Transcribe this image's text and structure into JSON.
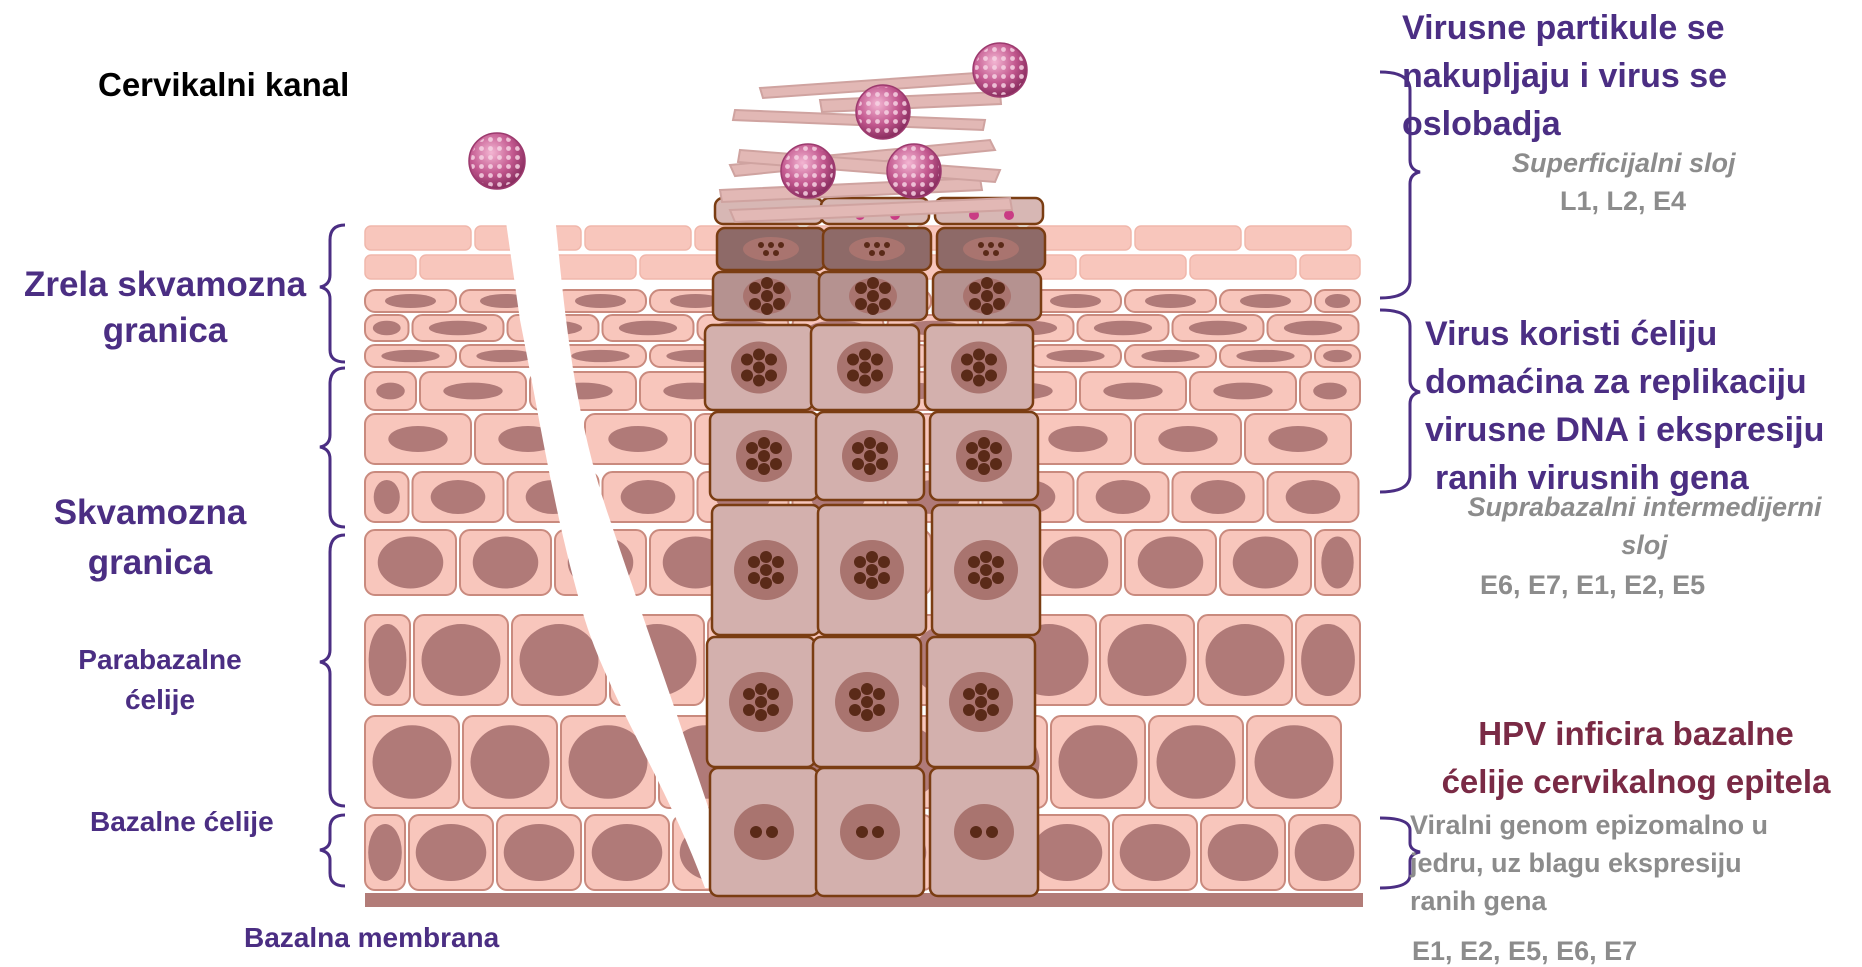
{
  "left": {
    "canal": "Cervikalni kanal",
    "mature_1": "Zrela skvamozna",
    "mature_2": "granica",
    "squamous_1": "Skvamozna",
    "squamous_2": "granica",
    "parabasal_1": "Parabazalne",
    "parabasal_2": "ćelije",
    "basal": "Bazalne ćelije",
    "membrane": "Bazalna membrana"
  },
  "right": {
    "release_1": "Virusne partikule se",
    "release_2": "nakupljaju i virus se",
    "release_3": "oslobadja",
    "superficial": "Superficijalni sloj",
    "superficial_genes": "L1, L2, E4",
    "replication_1": "Virus koristi ćeliju",
    "replication_2": "domaćina za replikaciju",
    "replication_3": "virusne DNA i ekspresiju",
    "replication_4": "ranih virusnih gena",
    "suprabasal_1": "Suprabazalni intermedijerni",
    "suprabasal_2": "sloj",
    "suprabasal_genes": "E6, E7, E1, E2, E5",
    "infect_1": "HPV inficira bazalne",
    "infect_2": "ćelije cervikalnog epitela",
    "episomal_1": "Viralni genom epizomalno u",
    "episomal_2": "jedru, uz blagu ekspresiju",
    "episomal_3": "ranih gena",
    "basal_genes": "E1, E2, E5, E6, E7"
  },
  "colors": {
    "cell_fill": "#f8c6bc",
    "cell_stroke": "#c98a7e",
    "nucleus": "#b07a78",
    "infected_fill": "#d3b0ad",
    "infected_stroke": "#7a3d12",
    "viral_dot": "#5a2a18",
    "virus": "#c2578e",
    "membrane": "#b27c78",
    "label_purple": "#4b2e83",
    "label_grey": "#8c8c8c",
    "label_maroon": "#7a2a45"
  }
}
